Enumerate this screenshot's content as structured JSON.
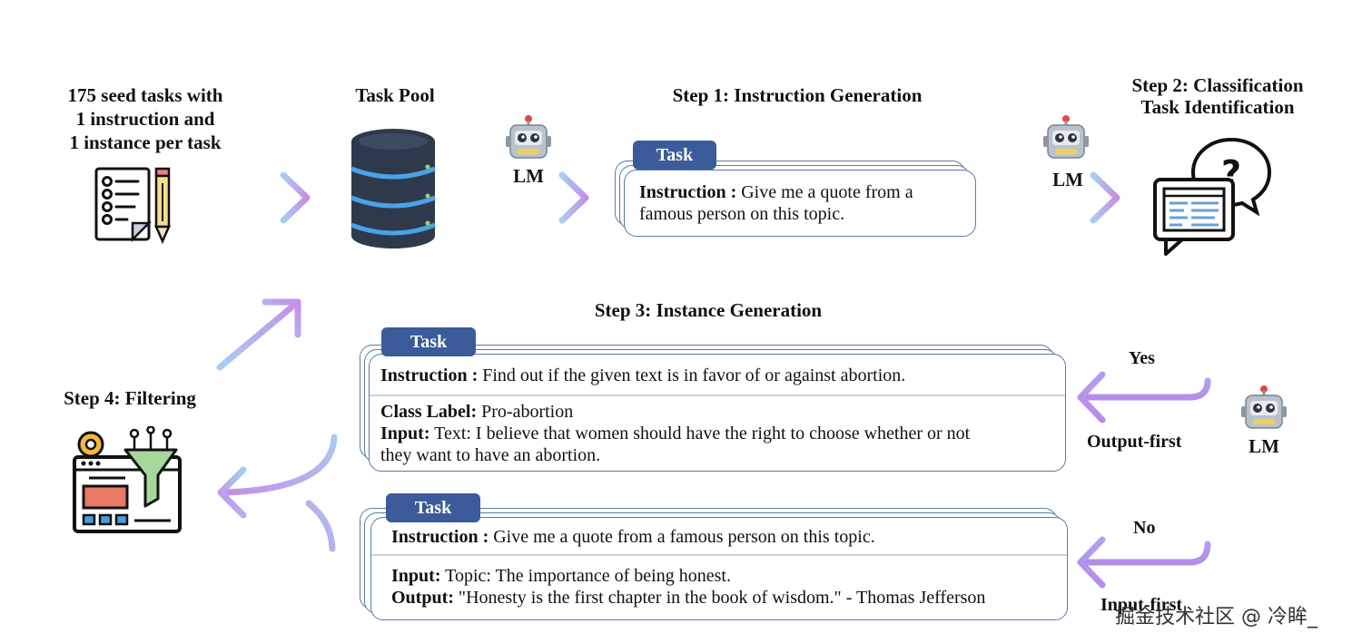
{
  "seed": {
    "line1": "175 seed tasks with",
    "line2": "1 instruction and",
    "line3": "1 instance per task"
  },
  "task_pool": {
    "title": "Task Pool"
  },
  "step1": {
    "title": "Step 1: Instruction Generation",
    "tab": "Task",
    "instruction_label": "Instruction :",
    "instruction_text_1": "Give me a quote from a",
    "instruction_text_2": "famous person on this topic."
  },
  "step2": {
    "title_1": "Step 2: Classification",
    "title_2": "Task Identification"
  },
  "lm_label": "LM",
  "step3": {
    "title": "Step 3: Instance Generation",
    "card1": {
      "tab": "Task",
      "instruction_label": "Instruction :",
      "instruction_text": "Find out if the given text is in favor of or against abortion.",
      "class_label": "Class Label:",
      "class_value": "Pro-abortion",
      "input_label": "Input:",
      "input_text_1": "Text: I believe that women should have the right to choose whether or not",
      "input_text_2": "they want to have an abortion."
    },
    "card2": {
      "tab": "Task",
      "instruction_label": "Instruction :",
      "instruction_text": "Give me a quote from a famous person on this topic.",
      "input_label": "Input:",
      "input_text": "Topic: The importance of being honest.",
      "output_label": "Output:",
      "output_text": "\"Honesty is the first chapter in the book of wisdom.\" - Thomas Jefferson"
    }
  },
  "branch": {
    "yes": "Yes",
    "yes_mode": "Output-first",
    "no": "No",
    "no_mode": "Input-first"
  },
  "step4": {
    "title": "Step 4: Filtering"
  },
  "watermark": "掘金技术社区 @ 冷眸_",
  "colors": {
    "tab": "#3b5b9a",
    "card_border": "#5c7aa2",
    "arrow_start": "#9fc4f2",
    "arrow_end": "#c78ee8"
  }
}
